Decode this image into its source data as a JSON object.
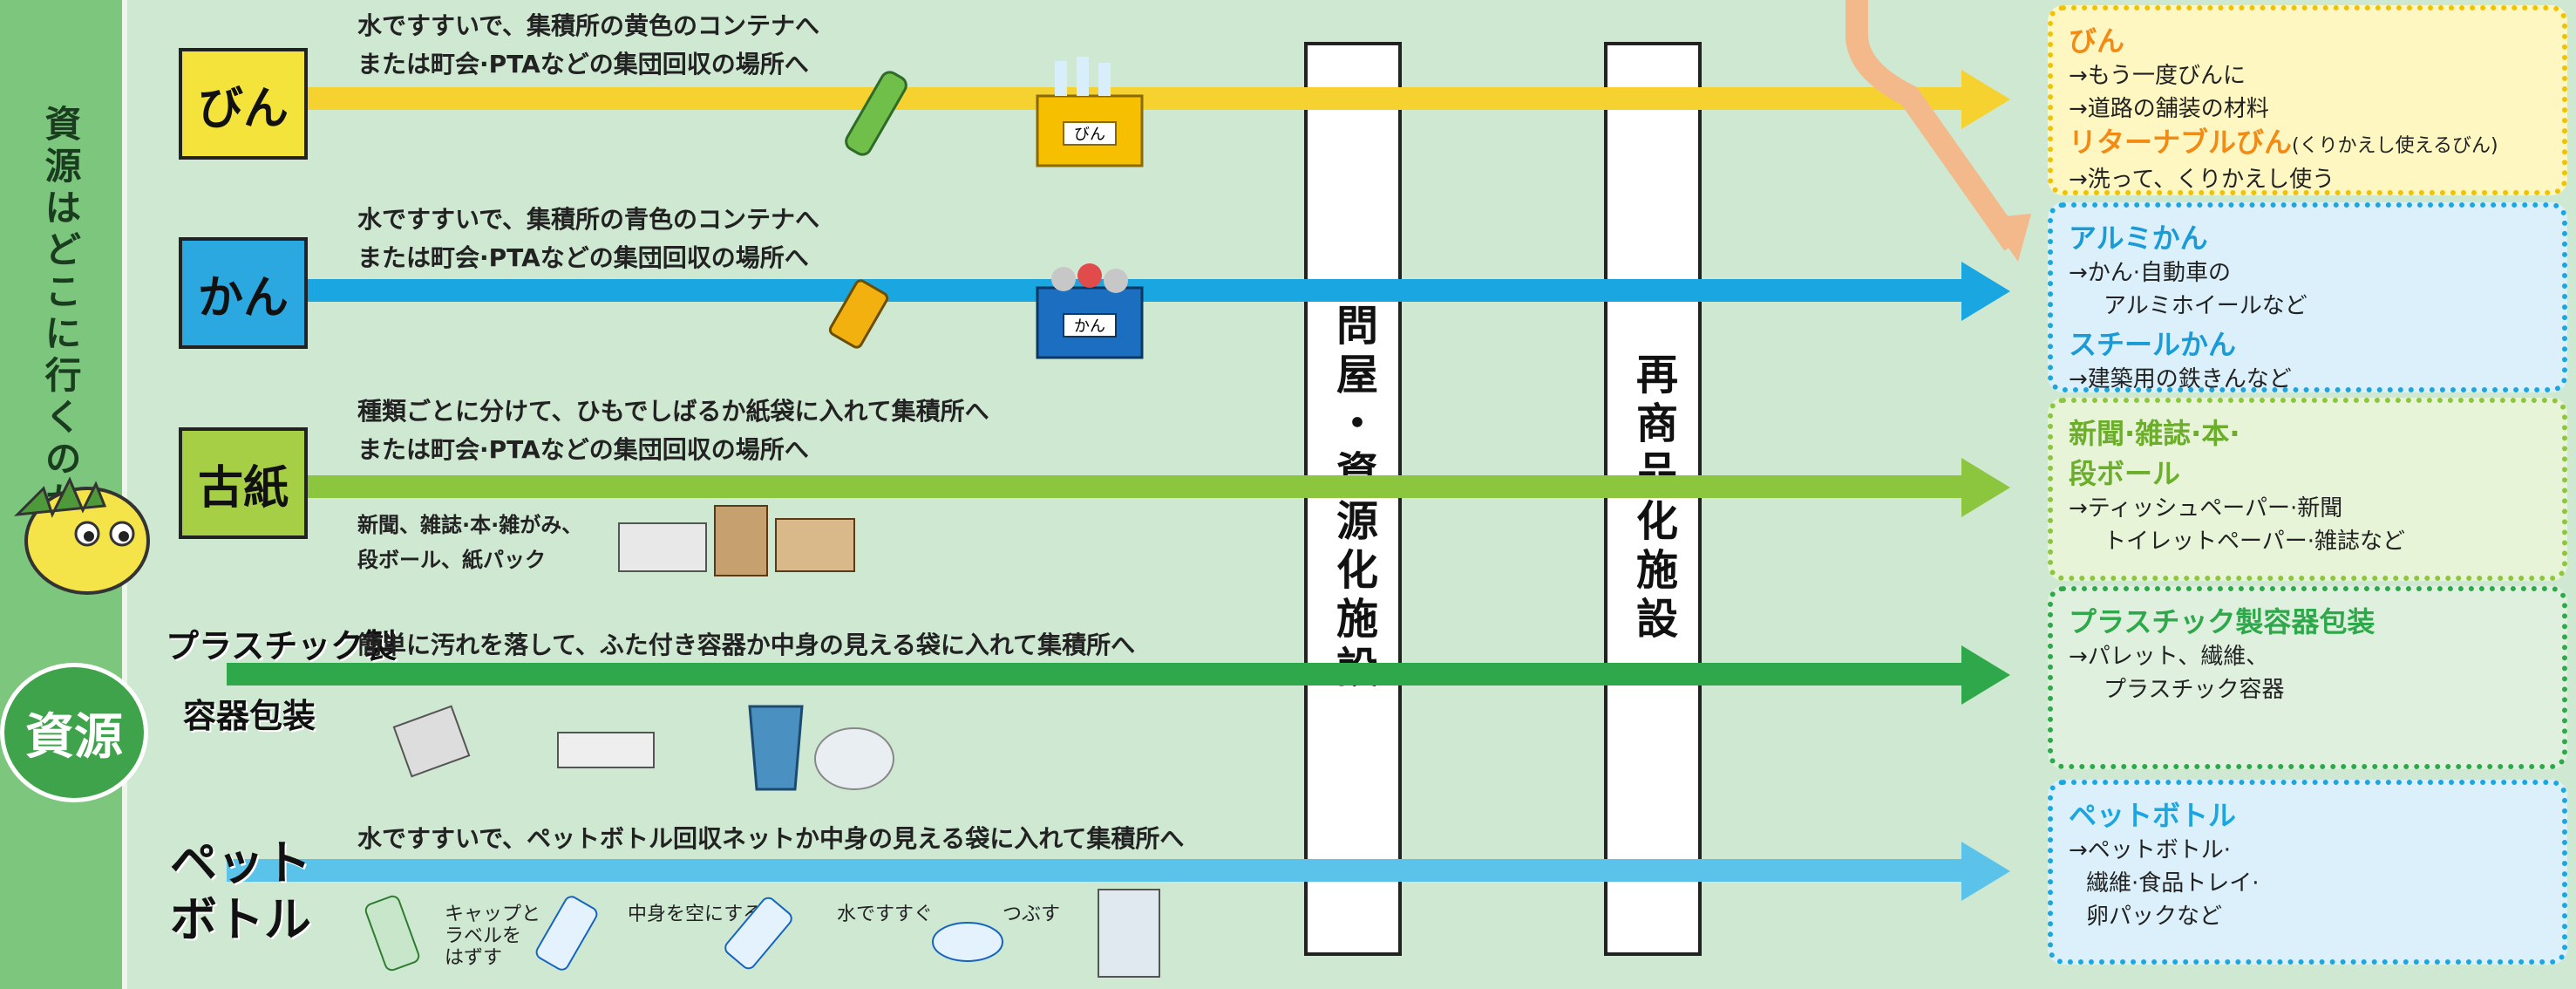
{
  "left_title": "資源はどこに行くのかな",
  "left_badge": "資源",
  "towers": {
    "t1": "問屋・資源化施設",
    "t2": "再商品化施設"
  },
  "rows": [
    {
      "label": "びん",
      "line_color": "#f5d230",
      "cube_color": "#f4e33a",
      "lines": [
        "水ですすいで、集積所の黄色のコンテナへ",
        "または町会·PTAなどの集団回収の場所へ"
      ],
      "container_label": "びん",
      "box": {
        "title1": "びん",
        "t1_color": "#f28a16",
        "items1": [
          "→もう一度びんに",
          "→道路の舗装の材料"
        ],
        "title2": "リターナブルびん",
        "title2_note": "(くりかえし使えるびん)",
        "items2": [
          "→洗って、くりかえし使う"
        ],
        "border": "#f2c200",
        "bg": "#fff7c2"
      }
    },
    {
      "label": "かん",
      "line_color": "#1aa6e0",
      "cube_color": "#2aa8df",
      "lines": [
        "水ですすいで、集積所の青色のコンテナへ",
        "または町会·PTAなどの集団回収の場所へ"
      ],
      "container_label": "かん",
      "box": {
        "title1": "アルミかん",
        "t1_color": "#1a9bd6",
        "items1": [
          "→かん·自動車の",
          "アルミホイールなど"
        ],
        "title2": "スチールかん",
        "title2_note": "",
        "items2": [
          "→建築用の鉄きんなど"
        ],
        "border": "#1aa6e0",
        "bg": "#dbf0fb"
      }
    },
    {
      "label": "古紙",
      "line_color": "#8cc63f",
      "cube_color": "#a6cf46",
      "lines": [
        "種類ごとに分けて、ひもでしばるか紙袋に入れて集積所へ",
        "または町会·PTAなどの集団回収の場所へ"
      ],
      "note": [
        "新聞、雑誌·本·雑がみ、",
        "段ボール、紙パック"
      ],
      "box": {
        "title1": "新聞·雑誌·本·",
        "title1b": "段ボール",
        "t1_color": "#6cae2c",
        "items1": [
          "→ティッシュペーパー·新聞",
          "トイレットペーパー·雑誌など"
        ],
        "border": "#8cc63f",
        "bg": "#e8f4d8"
      }
    },
    {
      "label": "プラスチック製",
      "label2": "容器包装",
      "line_color": "#2ea84a",
      "lines": [
        "簡単に汚れを落して、ふた付き容器か中身の見える袋に入れて集積所へ"
      ],
      "box": {
        "title1": "プラスチック製容器包装",
        "t1_color": "#2ea84a",
        "items1": [
          "→パレット、繊維、",
          "プラスチック容器"
        ],
        "border": "#2ea84a",
        "bg": "#dff1de"
      }
    },
    {
      "label": "ペット",
      "label2": "ボトル",
      "line_color": "#5bc3ea",
      "lines": [
        "水ですすいで、ペットボトル回収ネットか中身の見える袋に入れて集積所へ"
      ],
      "steps": [
        "キャップと",
        "ラベルを",
        "はずす",
        "中身を空にする",
        "水ですすぐ",
        "つぶす"
      ],
      "box": {
        "title1": "ペットボトル",
        "t1_color": "#1aa6e0",
        "items1": [
          "→ペットボトル·",
          "繊維·食品トレイ·",
          "卵パックなど"
        ],
        "border": "#1aa6e0",
        "bg": "#dbf0fb"
      }
    }
  ]
}
